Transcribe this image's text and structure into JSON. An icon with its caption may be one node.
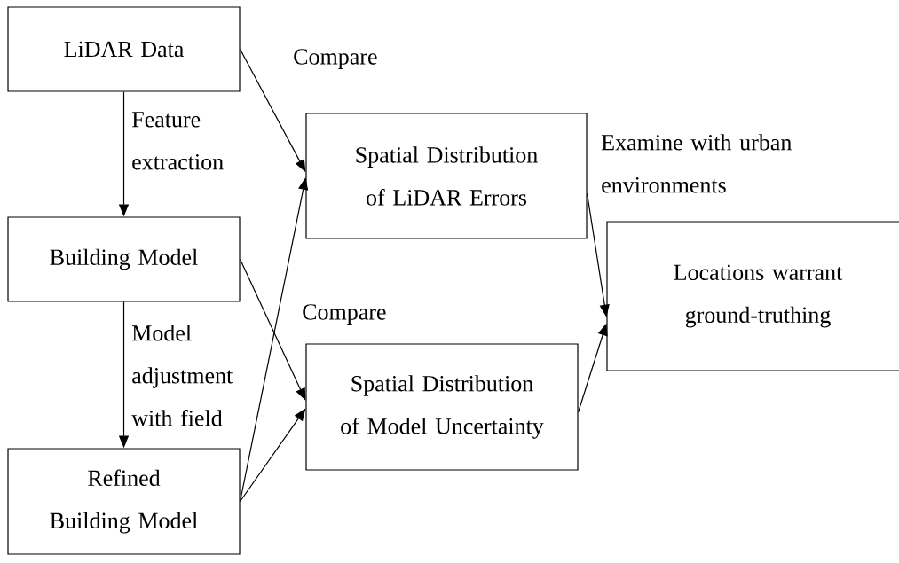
{
  "diagram": {
    "nodes": [
      {
        "text": [
          "LiDAR Data"
        ]
      },
      {
        "text": [
          "Building Model"
        ]
      },
      {
        "text": [
          "Refined Building Model"
        ]
      },
      {
        "text": [
          "Spatial Distribution of LiDAR Errors"
        ]
      },
      {
        "text": [
          "Spatial Distribution of Model Uncertainty"
        ]
      },
      {
        "text": [
          "Locations warrant ground-truthing"
        ]
      }
    ],
    "edges": [
      {
        "from": 0,
        "to": 1,
        "arrow": "to",
        "label": "Feature extraction"
      },
      {
        "from": 1,
        "to": 2,
        "arrow": "to",
        "label": "Model adjustment with field"
      },
      {
        "from": 0,
        "to": 3,
        "arrow": "to",
        "label": "Compare"
      },
      {
        "from": 2,
        "to": 3,
        "arrow": "to"
      },
      {
        "from": 1,
        "to": 4,
        "arrow": "to",
        "label": "Compare"
      },
      {
        "from": 2,
        "to": 4,
        "arrow": "to"
      },
      {
        "from": 3,
        "to": 5,
        "arrow": "to",
        "label": "Examine with urban environments"
      },
      {
        "from": 4,
        "to": 5,
        "arrow": "to"
      }
    ]
  }
}
